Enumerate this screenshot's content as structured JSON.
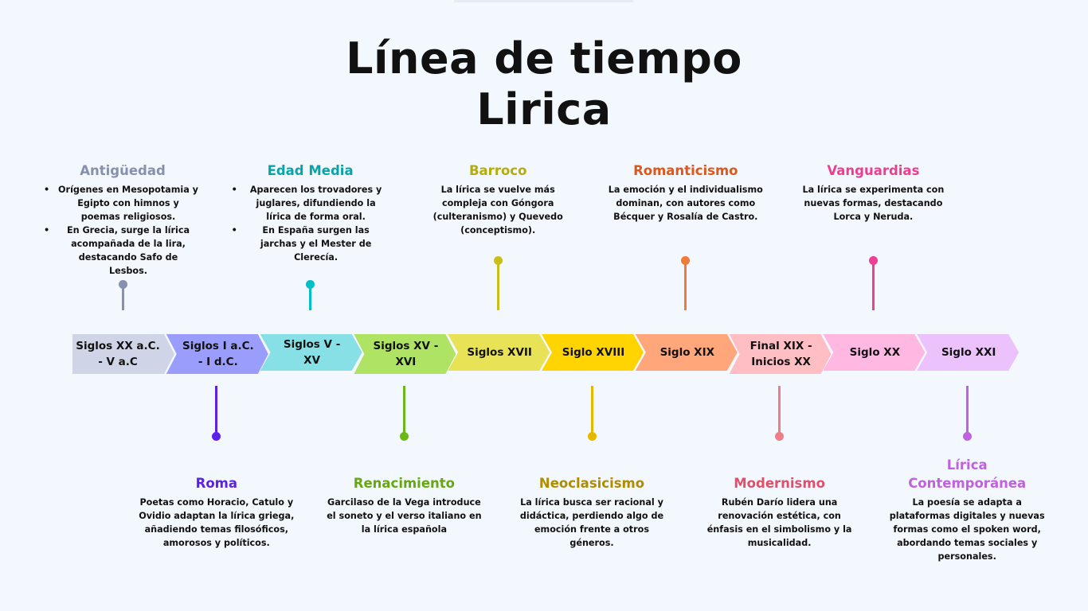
{
  "title": [
    "Línea de tiempo",
    "Lirica"
  ],
  "periods": [
    {
      "label": "Siglos XX a.C. - V a.C",
      "color": "#cfd5e6",
      "tall": true
    },
    {
      "label": "Siglos I a.C. - I d.C.",
      "color": "#9a9dfc",
      "tall": true
    },
    {
      "label": "Siglos V - XV",
      "color": "#86e0e6",
      "tall": false
    },
    {
      "label": "Siglos XV - XVI",
      "color": "#aee364",
      "tall": true
    },
    {
      "label": "Siglos XVII",
      "color": "#e8e256",
      "tall": false
    },
    {
      "label": "Siglo XVIII",
      "color": "#ffd400",
      "tall": false
    },
    {
      "label": "Siglo XIX",
      "color": "#ffa77a",
      "tall": false
    },
    {
      "label": "Final XIX - Inicios XX",
      "color": "#ffbec3",
      "tall": true
    },
    {
      "label": "Siglo XX",
      "color": "#ffb8e2",
      "tall": false
    },
    {
      "label": "Siglo XXI",
      "color": "#ebc2fb",
      "tall": false
    }
  ],
  "events": [
    {
      "title": "Antigüedad",
      "color": "#8790ad",
      "pos": "top",
      "bullets": [
        "Orígenes en Mesopotamia y Egipto con himnos y poemas religiosos.",
        "En Grecia, surge la lírica acompañada de la lira, destacando Safo de Lesbos."
      ]
    },
    {
      "title": "Roma",
      "color": "#5b21e6",
      "pos": "bottom",
      "text": "Poetas como Horacio, Catulo y Ovidio adaptan la lírica griega, añadiendo temas filosóficos, amorosos y políticos."
    },
    {
      "title": "Edad Media",
      "color": "#0aa3a8",
      "pos": "top",
      "bullets": [
        "Aparecen los trovadores y juglares, difundiendo la lírica de forma oral.",
        "En España surgen las jarchas y el Mester de Clerecía."
      ]
    },
    {
      "title": "Renacimiento",
      "color": "#66a80f",
      "pos": "bottom",
      "text": "Garcilaso de la Vega introduce el soneto y el verso italiano en la lírica española"
    },
    {
      "title": "Barroco",
      "color": "#b3ad0c",
      "pos": "top",
      "text": "La lírica se vuelve más compleja con Góngora (culteranismo) y Quevedo (conceptismo)."
    },
    {
      "title": "Neoclasicismo",
      "color": "#b08c00",
      "pos": "bottom",
      "text": "La lírica busca ser racional y didáctica, perdiendo algo de emoción frente a otros géneros."
    },
    {
      "title": "Romanticismo",
      "color": "#e0571a",
      "pos": "top",
      "text": "La emoción y el individualismo dominan, con autores como Bécquer y Rosalía de Castro."
    },
    {
      "title": "Modernismo",
      "color": "#e0506a",
      "pos": "bottom",
      "text": "Rubén Darío lidera una renovación estética, con énfasis en el simbolismo y la musicalidad."
    },
    {
      "title": "Vanguardias",
      "color": "#ec3f8f",
      "pos": "top",
      "text": "La lírica se experimenta con nuevas formas, destacando Lorca y Neruda."
    },
    {
      "title": "Lírica Contemporánea",
      "color": "#c061e0",
      "pos": "bottom",
      "text": "La poesía se adapta a plataformas digitales y nuevas formas como el spoken word, abordando temas sociales y personales."
    }
  ],
  "pin_colors": [
    "#8790ad",
    "#5b21e6",
    "#00bfc9",
    "#6bb81a",
    "#c9bf1a",
    "#e6b800",
    "#f07a3a",
    "#ee7d88",
    "#ee3f95",
    "#c061e0"
  ]
}
